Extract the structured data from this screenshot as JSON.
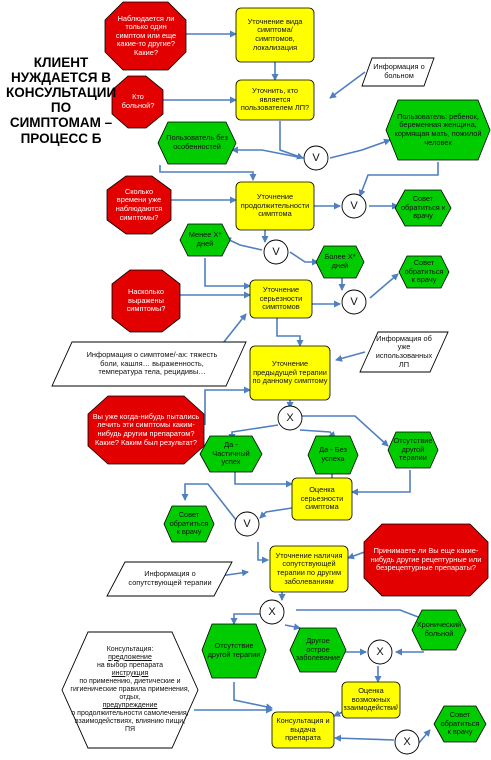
{
  "title": "КЛИЕНТ НУЖДАЕТСЯ В КОНСУЛЬТАЦИИ ПО СИМПТОМАМ – ПРОЦЕСС Б",
  "colors": {
    "question_red": "#e30000",
    "step_yellow": "#ffff00",
    "event_green": "#00cc00",
    "border": "#000000",
    "arrow": "#4f7fc0"
  },
  "questions": {
    "q_other_symptoms": "Наблюдается ли только один симптом или еще какие-то другие? Какие?",
    "q_who_patient": "Кто больной?",
    "q_how_long": "Сколько времени уже наблюдаются симптомы?",
    "q_how_severe": "Насколько выражены симптомы?",
    "q_tried_therapy": "Вы уже когда-нибудь пытались лечить эти симптомы каким-нибудь другим препаратом? Какие? Каким был результат?",
    "q_other_drugs": "Принимаете ли Вы еще какие-нибудь другие рецептурные или безрецептурные препараты?"
  },
  "steps": {
    "s_clarify_type": "Уточнение вида симптома/ симптомов, локализация",
    "s_clarify_user": "Уточнить, кто является пользователем ЛП?",
    "s_duration": "Уточнение продолжительности симптома",
    "s_severity": "Уточнение серьезности симптомов",
    "s_prev_therapy": "Уточнение предыдущей терапии по данному симптому",
    "s_eval_severity": "Оценка серьезности симптома",
    "s_concomitant": "Уточнение наличия сопутствующей терапии по другим заболеваниям",
    "s_interactions": "Оценка возможных взаимодействий",
    "s_consult": "Консультация и выдача препарата"
  },
  "events": {
    "e_no_special": "Пользователь без особенностей",
    "e_special_users": "Пользователь: ребенок, беременная женщина, кормящая мать, пожилой человек",
    "e_advice_1": "Совет обратиться к врачу",
    "e_less_x": "Менее Х* дней",
    "e_more_x": "Более Х* дней",
    "e_advice_2": "Совет обратиться к врачу",
    "e_partial": "Да - Частичный успех",
    "e_no_success": "Да - Без успеха",
    "e_no_other_therapy": "Отсутствие другой терапии",
    "e_advice_3": "Совет обратиться к врачу",
    "e_no_other_therapy_2": "Отсутствие другой терапии",
    "e_other_acute": "Другое острое заболевание",
    "e_chronic": "Хронический больной",
    "e_advice_4": "Совет обратиться к врачу"
  },
  "info": {
    "i_patient": "Информация о больном",
    "i_symptom": "Информация о симптоме/-ах: тяжесть боли, кашля… выраженность, температура тела, рецидивы…",
    "i_used_drugs": "Информация об уже использованных ЛП",
    "i_concomitant": "Информация о сопутствующей терапии"
  },
  "consult_note": {
    "l1": "Консультация:",
    "l2_u": "предложение",
    "l2_r": " на выбор препарата",
    "l3_u": "инструкция",
    "l3_r": " по применению, диетические и гигиенические правила применения, отдых,",
    "l4_u": "предупреждение",
    "l4_r": " о продолжительности самолечения, взаимодействиях, влиянию пищи, ПЯ"
  },
  "gates": {
    "g1": "V",
    "g2": "V",
    "g3": "V",
    "g4": "V",
    "g5": "X",
    "g6": "V",
    "g7": "X",
    "g8": "X",
    "g9": "X"
  }
}
